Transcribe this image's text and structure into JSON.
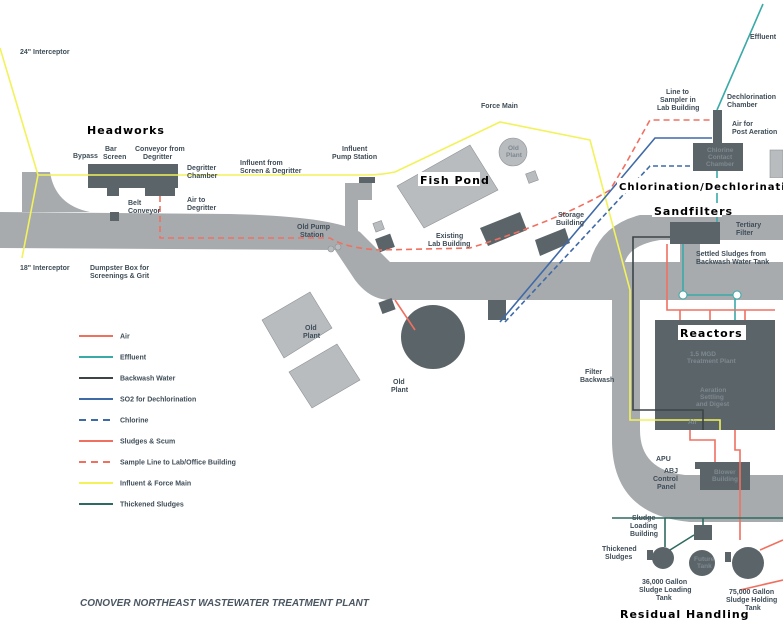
{
  "title": "CONOVER NORTHEAST WASTEWATER TREATMENT PLANT",
  "section_labels": {
    "headworks": "Headworks",
    "fish_pond": "Fish Pond",
    "chlorination": "Chlorination/Dechlorination",
    "sandfilters": "Sandfilters",
    "reactors": "Reactors",
    "residual": "Residual Handling"
  },
  "labels": {
    "interceptor24": "24\" Interceptor",
    "interceptor18": "18\" Interceptor",
    "bypass": "Bypass",
    "bar_screen": [
      "Bar",
      "Screen"
    ],
    "conveyor_degritter": [
      "Conveyor from",
      "Degritter"
    ],
    "degritter_chamber": [
      "Degritter",
      "Chamber"
    ],
    "belt_conveyor": [
      "Belt",
      "Conveyor"
    ],
    "air_degritter": [
      "Air to",
      "Degritter"
    ],
    "dumpster": [
      "Dumpster Box for",
      "Screenings & Grit"
    ],
    "influent_from": [
      "Influent from",
      "Screen & Degritter"
    ],
    "influent_pump": [
      "Influent",
      "Pump Station"
    ],
    "force_main": "Force Main",
    "old_plant_top": [
      "Old",
      "Plant"
    ],
    "old_pump": [
      "Old Pump",
      "Station"
    ],
    "existing_lab": [
      "Existing",
      "Lab Building"
    ],
    "storage": [
      "Storage",
      "Building"
    ],
    "old_plant_rect": [
      "Old",
      "Plant"
    ],
    "old_plant_circle": [
      "Old",
      "Plant"
    ],
    "line_sampler": [
      "Line to",
      "Sampler in",
      "Lab Building"
    ],
    "dechlor_chamber": [
      "Dechlorination",
      "Chamber"
    ],
    "air_post": [
      "Air for",
      "Post Aeration"
    ],
    "effluent": "Effluent",
    "chlorine_contact": [
      "Chlorine",
      "Contact",
      "Chamber"
    ],
    "tertiary": [
      "Tertiary",
      "Filter"
    ],
    "settled": [
      "Settled Sludges from",
      "Backwash Water Tank"
    ],
    "filter_backwash": [
      "Filter",
      "Backwash"
    ],
    "treatment_plant": [
      "1.5 MGD",
      "Treatment Plant"
    ],
    "aeration": [
      "Aeration",
      "Settling",
      "and Digest"
    ],
    "air_small": "Air",
    "apu": "APU",
    "abj": [
      "ABJ",
      "Control",
      "Panel"
    ],
    "blower": [
      "Blower",
      "Building"
    ],
    "sludge_loading_bldg": [
      "Sludge",
      "Loading",
      "Building"
    ],
    "thickened": [
      "Thickened",
      "Sludges"
    ],
    "tank36": [
      "36,000 Gallon",
      "Sludge Loading",
      "Tank"
    ],
    "future_tank": [
      "Future",
      "Tank"
    ],
    "tank75": [
      "75,000 Gallon",
      "Sludge Holding",
      "Tank"
    ]
  },
  "legend": [
    {
      "label": "Air",
      "color": "#f07060",
      "dash": false
    },
    {
      "label": "Effluent",
      "color": "#3aaaa8",
      "dash": false
    },
    {
      "label": "Backwash Water",
      "color": "#3c4448",
      "dash": false
    },
    {
      "label": "SO2 for Dechlorination",
      "color": "#3f6aa8",
      "dash": false
    },
    {
      "label": "Chlorine",
      "color": "#3f6aa8",
      "dash": true
    },
    {
      "label": "Sludges & Scum",
      "color": "#f07060",
      "dash": false
    },
    {
      "label": "Sample Line to Lab/Office Building",
      "color": "#f07060",
      "dash": true
    },
    {
      "label": "Influent & Force Main",
      "color": "#f2f25a",
      "dash": false
    },
    {
      "label": "Thickened Sludges",
      "color": "#2f6a60",
      "dash": false
    }
  ]
}
